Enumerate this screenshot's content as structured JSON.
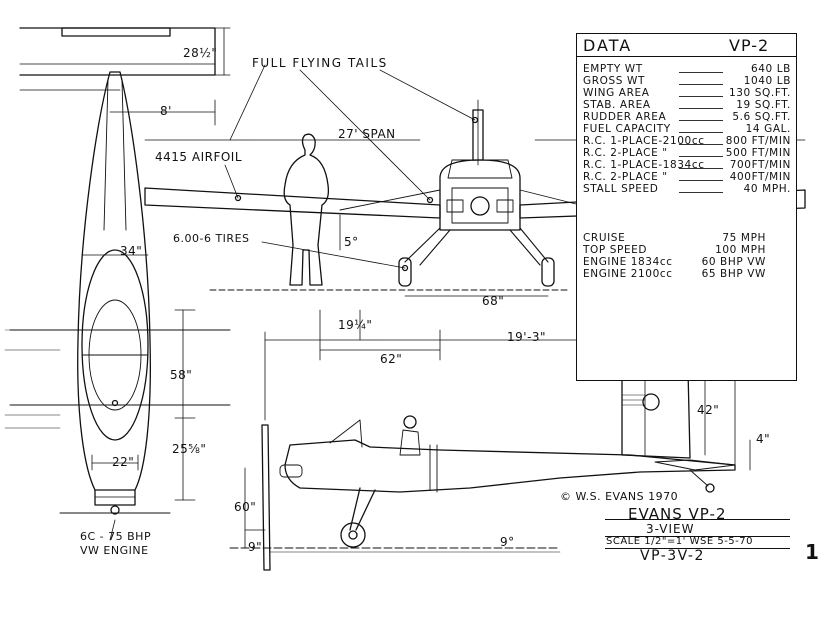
{
  "data_table": {
    "title": "DATA",
    "model": "VP-2",
    "rows": [
      {
        "label": "EMPTY WT",
        "value": "640 LB"
      },
      {
        "label": "GROSS WT",
        "value": "1040 LB"
      },
      {
        "label": "WING AREA",
        "value": "130 SQ.FT."
      },
      {
        "label": "STAB. AREA",
        "value": "19 SQ.FT."
      },
      {
        "label": "RUDDER AREA",
        "value": "5.6 SQ.FT."
      },
      {
        "label": "FUEL CAPACITY",
        "value": "14 GAL."
      },
      {
        "label": "R.C. 1-PLACE-2100cc",
        "value": "800 FT/MIN"
      },
      {
        "label": "R.C. 2-PLACE \"",
        "value": "500 FT/MIN"
      },
      {
        "label": "R.C. 1-PLACE-1834cc",
        "value": "700FT/MIN"
      },
      {
        "label": "R.C. 2-PLACE \"",
        "value": "400FT/MIN"
      },
      {
        "label": "STALL SPEED",
        "value": "40 MPH."
      }
    ],
    "performance": [
      {
        "label": "CRUISE",
        "value": "75 MPH"
      },
      {
        "label": "TOP SPEED",
        "value": "100 MPH"
      },
      {
        "label": "ENGINE 1834cc",
        "value": "60 BHP VW"
      },
      {
        "label": "ENGINE 2100cc",
        "value": "65 BHP VW"
      }
    ]
  },
  "annotations": {
    "full_flying_tails": "FULL FLYING TAILS",
    "span": "27' SPAN",
    "airfoil": "4415 AIRFOIL",
    "tires": "6.00-6 TIRES",
    "engine": "6C - 75 BHP",
    "engine2": "VW ENGINE",
    "copyright": "© W.S. EVANS 1970"
  },
  "dimensions": {
    "stab_chord": "28½\"",
    "stab_span": "8'",
    "dihedral": "5°",
    "fuselage_width": "34\"",
    "track": "68\"",
    "d_19_4": "19¼\"",
    "d_62": "62\"",
    "length": "19'-3\"",
    "d_58": "58\"",
    "d_25": "25⅝\"",
    "d_22": "22\"",
    "d_42": "42\"",
    "d_4": "4\"",
    "d_60": "60\"",
    "d_9a": "9\"",
    "d_9deg": "9°"
  },
  "title_block": {
    "name": "EVANS VP-2",
    "view": "3-VIEW",
    "scale": "SCALE 1/2\"=1'   WSE 5-5-70",
    "drawing_no": "VP-3V-2"
  },
  "page_number": "1"
}
